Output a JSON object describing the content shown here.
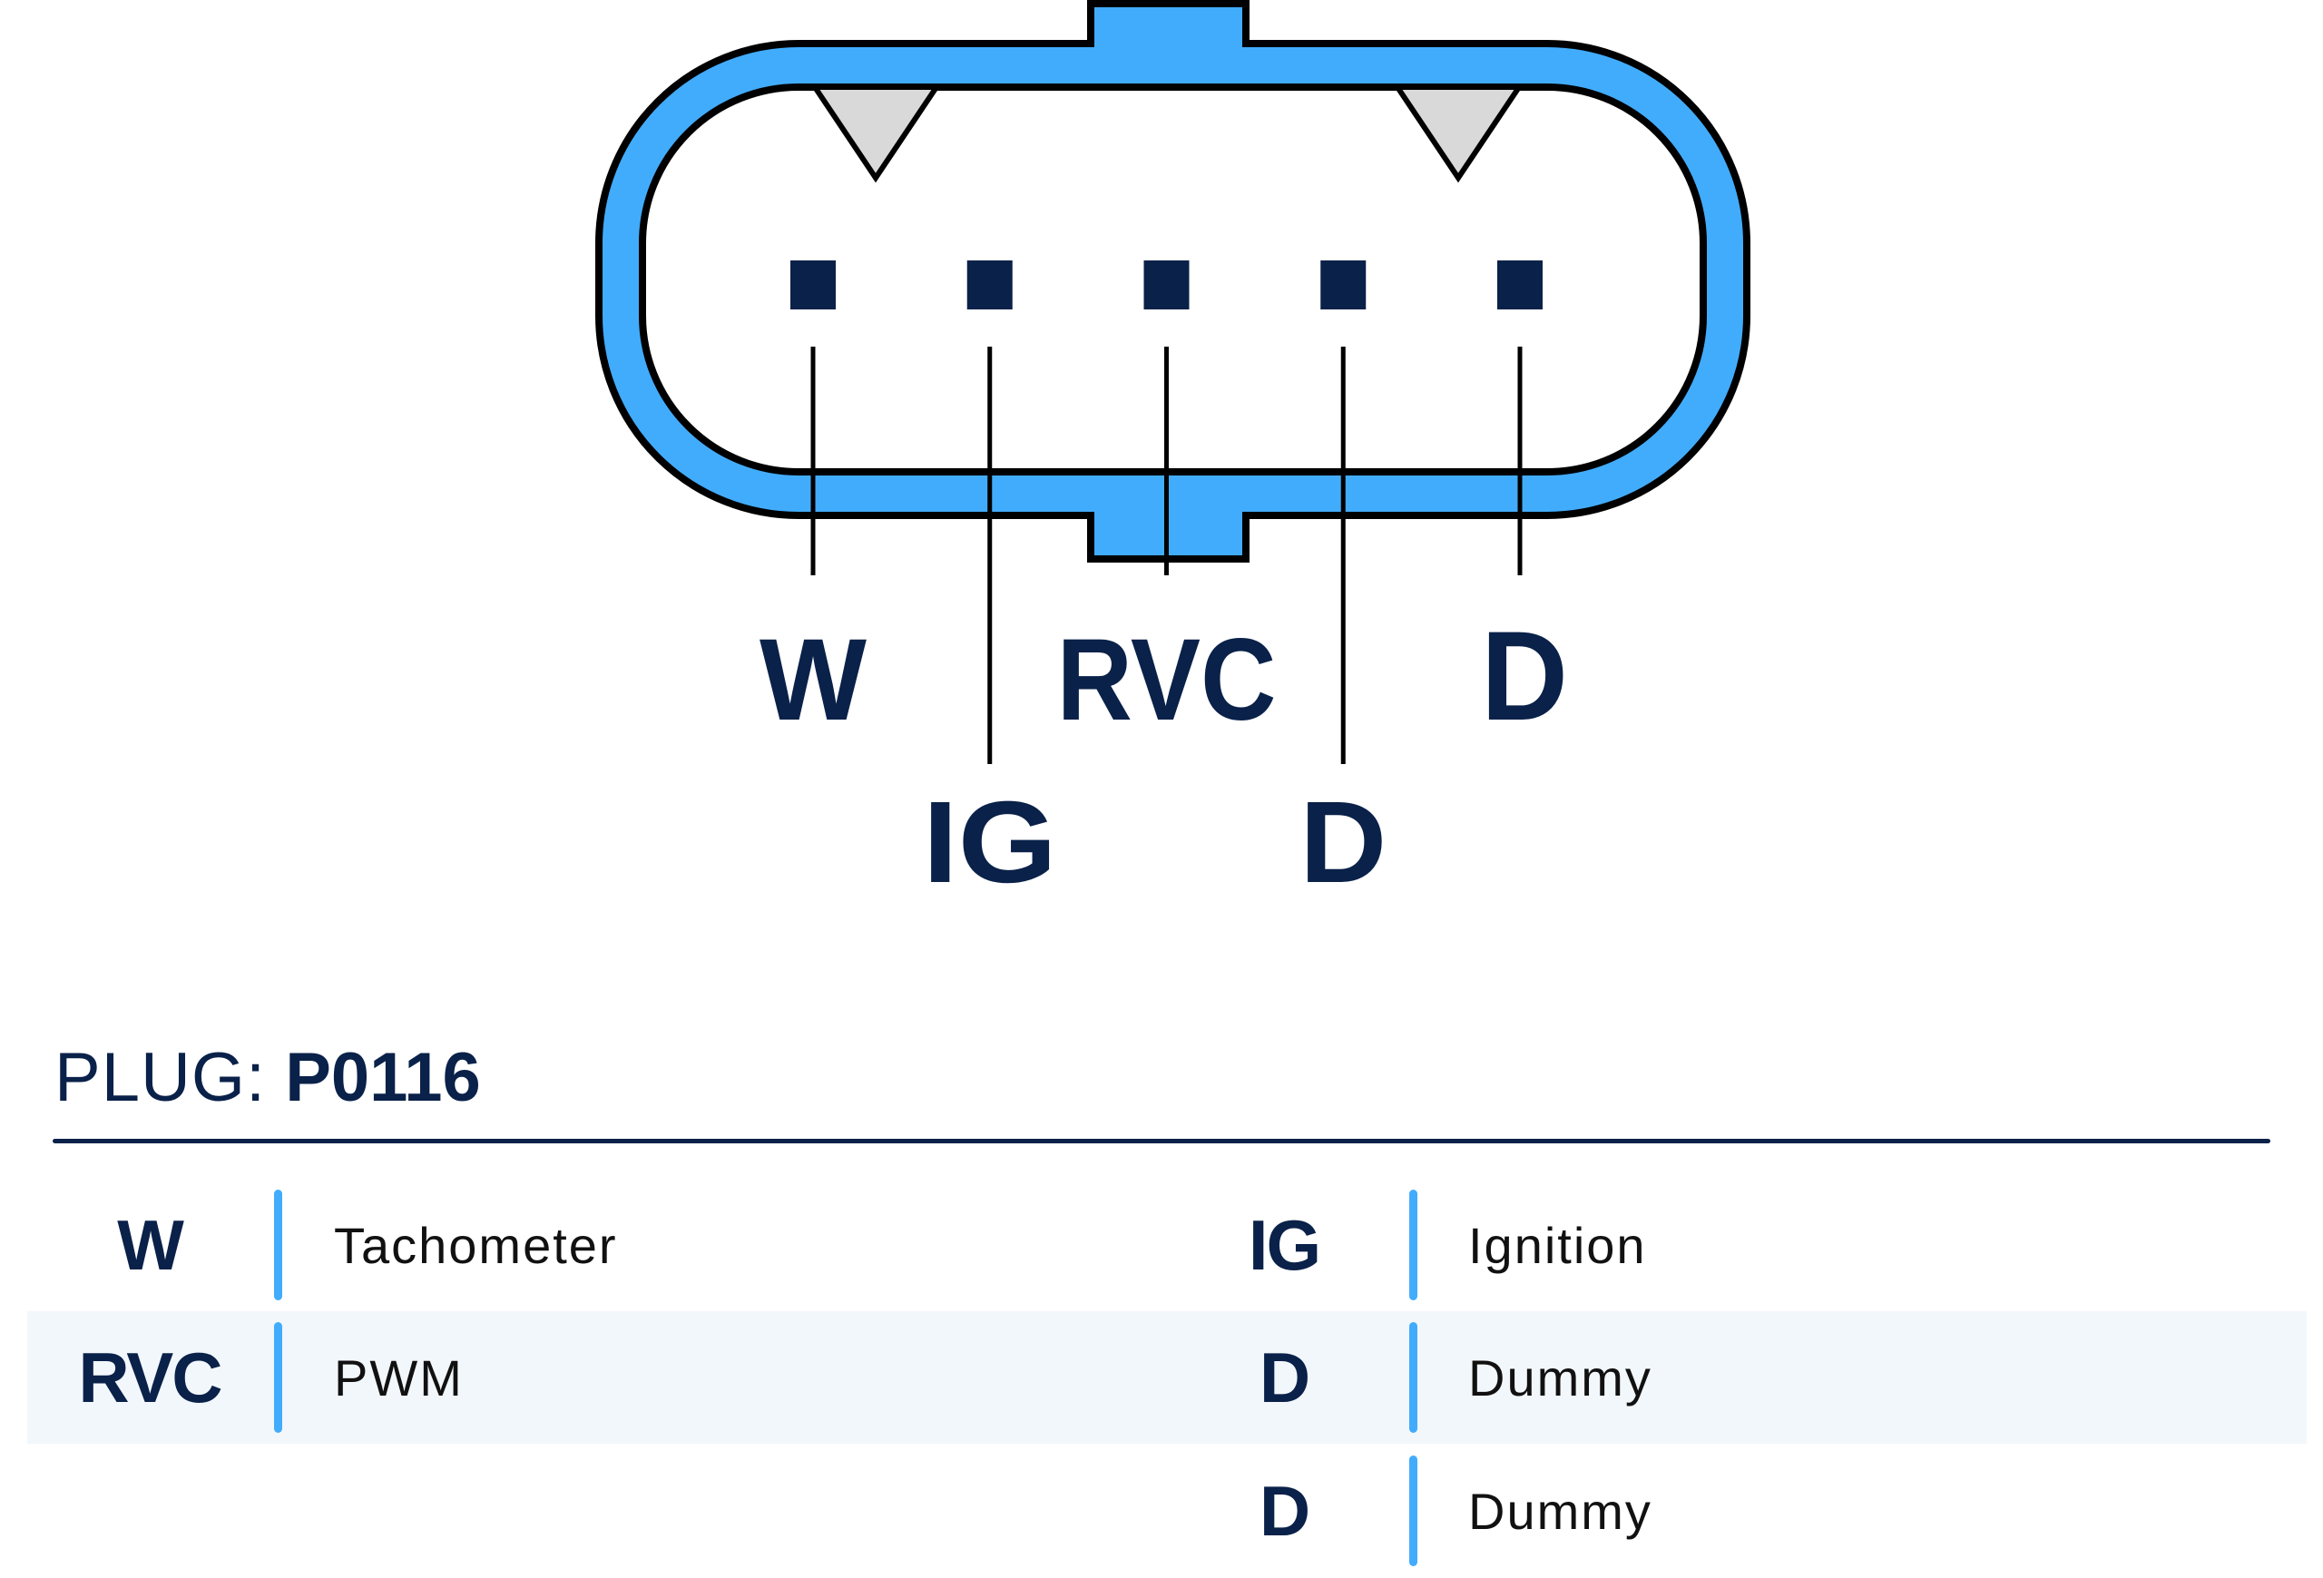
{
  "connector": {
    "colors": {
      "shell": "#42acfc",
      "outline": "#000000",
      "pin": "#0a2149",
      "key_tab": "#d9d9d9",
      "label": "#0a2149"
    },
    "pins": [
      {
        "label": "W"
      },
      {
        "label": "IG"
      },
      {
        "label": "RVC"
      },
      {
        "label": "D"
      },
      {
        "label": "D"
      }
    ]
  },
  "plug": {
    "label": "PLUG:",
    "code": "P0116"
  },
  "table": {
    "accent": "#42acfc",
    "rows": [
      {
        "left": {
          "code": "W",
          "desc": "Tachometer"
        },
        "right": {
          "code": "IG",
          "desc": "Ignition"
        }
      },
      {
        "left": {
          "code": "RVC",
          "desc": "PWM"
        },
        "right": {
          "code": "D",
          "desc": "Dummy"
        }
      },
      {
        "left": null,
        "right": {
          "code": "D",
          "desc": "Dummy"
        }
      }
    ]
  }
}
